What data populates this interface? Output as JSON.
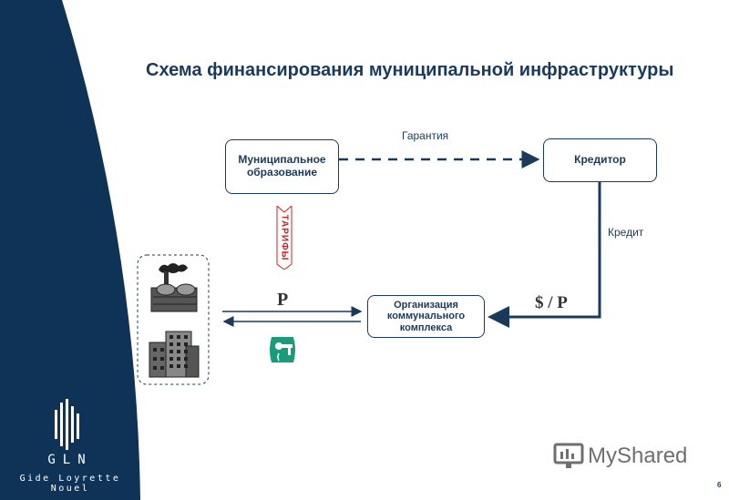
{
  "title": "Схема финансирования муниципальной инфраструктуры",
  "nodes": {
    "municipality": "Муниципальное\nобразование",
    "creditor": "Кредитор",
    "utility": "Организация\nкоммунального\nкомплекса"
  },
  "edges": {
    "guarantee": "Гарантия",
    "credit": "Кредит",
    "tariffs": "ТАРИФЫ",
    "rub_symbol": "Р",
    "usd_rub": "$ / Р"
  },
  "logo": {
    "short": "GLN",
    "firm": "Gide Loyrette Nouel"
  },
  "watermark": "MyShared",
  "page_number": "6",
  "colors": {
    "sidebar": "#0f3356",
    "text": "#1a3a5c",
    "tariff": "#cc2222",
    "icon_green": "#1a9c7c"
  }
}
